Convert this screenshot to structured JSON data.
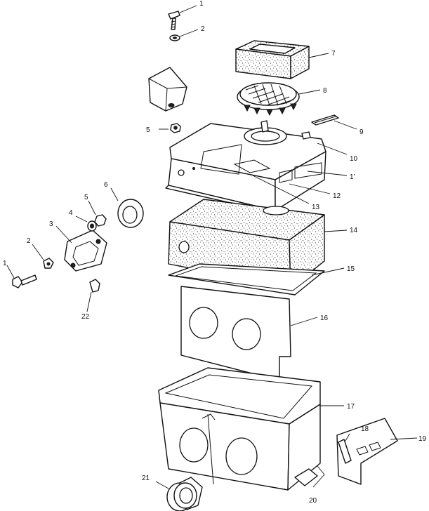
{
  "callouts": {
    "c1a": "1",
    "c2a": "2",
    "c7": "7",
    "c8": "8",
    "c5a": "5",
    "c9": "9",
    "c10": "10",
    "c11": "1’",
    "c12": "12",
    "c13": "13",
    "c14": "14",
    "c15": "15",
    "c16": "16",
    "c17": "17",
    "c6": "6",
    "c5b": "5",
    "c4": "4",
    "c3": "3",
    "c2b": "2",
    "c1b": "1",
    "c22": "22",
    "c18": "18",
    "c19": "19",
    "c20": "20",
    "c21": "21"
  }
}
